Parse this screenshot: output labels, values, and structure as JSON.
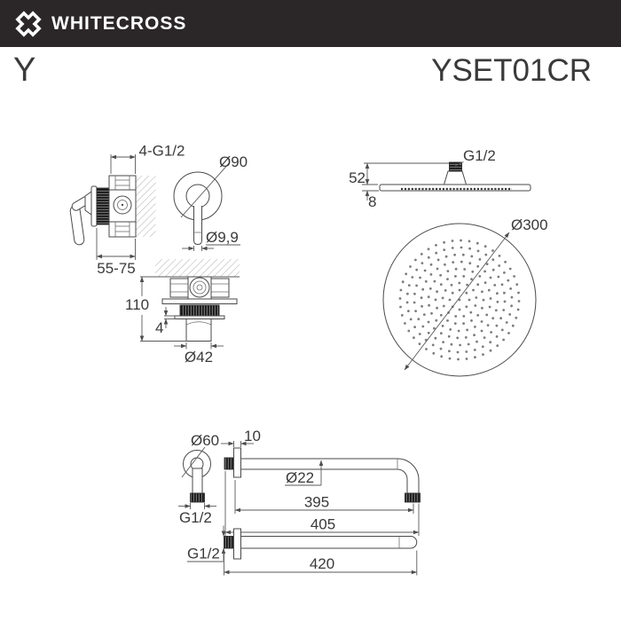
{
  "header": {
    "brand": "WHITECROSS"
  },
  "title": {
    "series": "Y",
    "model": "YSET01CR"
  },
  "colors": {
    "header_bg": "#2b2728",
    "header_text": "#ffffff",
    "line": "#4a4a4a",
    "text": "#3a3a3a"
  },
  "drawings": {
    "mixer_side": {
      "thread": "4-G1/2",
      "depth_range": "55-75"
    },
    "mixer_front": {
      "diameter": "Ø90",
      "handle_diameter": "Ø9,9"
    },
    "mixer_bottom": {
      "height": "110",
      "plate_thickness": "4",
      "spout_diameter": "Ø42"
    },
    "head_side": {
      "thread": "G1/2",
      "height": "52",
      "thickness": "8"
    },
    "head_top": {
      "diameter": "Ø300",
      "center_hole": true,
      "nozzle_rings": [
        {
          "radius": 11,
          "count": 8
        },
        {
          "radius": 19,
          "count": 13
        },
        {
          "radius": 27,
          "count": 18
        },
        {
          "radius": 35,
          "count": 23
        },
        {
          "radius": 43,
          "count": 28
        },
        {
          "radius": 51,
          "count": 33
        },
        {
          "radius": 59,
          "count": 38
        },
        {
          "radius": 67,
          "count": 44
        }
      ]
    },
    "arm_wall": {
      "flange_diameter": "Ø60",
      "flange_depth": "10",
      "tube_diameter": "Ø22",
      "tube_length": "395",
      "total_length": "405",
      "thread": "G1/2"
    },
    "arm_straight": {
      "thread": "G1/2",
      "length": "420"
    }
  }
}
